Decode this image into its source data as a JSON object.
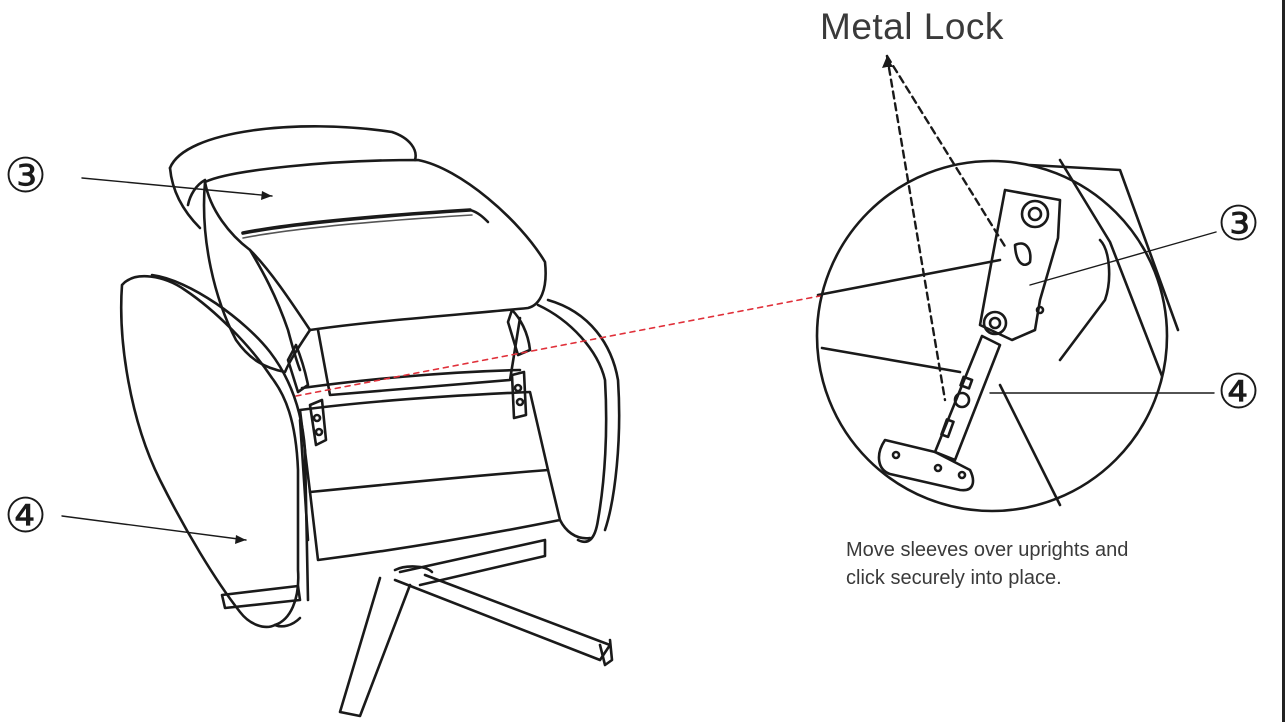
{
  "title": "Metal Lock",
  "caption": {
    "line1": "Move sleeves over uprights and",
    "line2": "click securely into place."
  },
  "callouts": {
    "chair_upper": "③",
    "chair_lower": "④",
    "detail_upper": "③",
    "detail_lower": "④"
  },
  "colors": {
    "line": "#1a1a1a",
    "guide": "#e0303a",
    "text": "#3a3a3a"
  }
}
